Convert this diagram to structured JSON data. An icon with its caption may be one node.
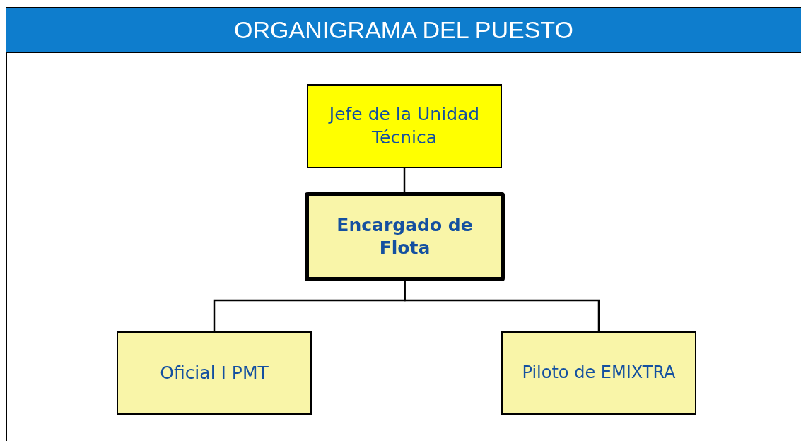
{
  "diagram": {
    "title": "ORGANIGRAMA DEL PUESTO",
    "nodes": [
      {
        "text": [
          "Jefe de la Unidad Técnica"
        ]
      },
      {
        "text": [
          "Encargado de Flota"
        ]
      },
      {
        "text": [
          "Oficial I PMT"
        ]
      },
      {
        "text": [
          "Piloto de EMIXTRA"
        ]
      }
    ],
    "edges": [
      {
        "from": 0,
        "to": 1,
        "arrow": "none"
      },
      {
        "from": 1,
        "to": 2,
        "arrow": "none"
      },
      {
        "from": 1,
        "to": 3,
        "arrow": "none"
      }
    ]
  }
}
